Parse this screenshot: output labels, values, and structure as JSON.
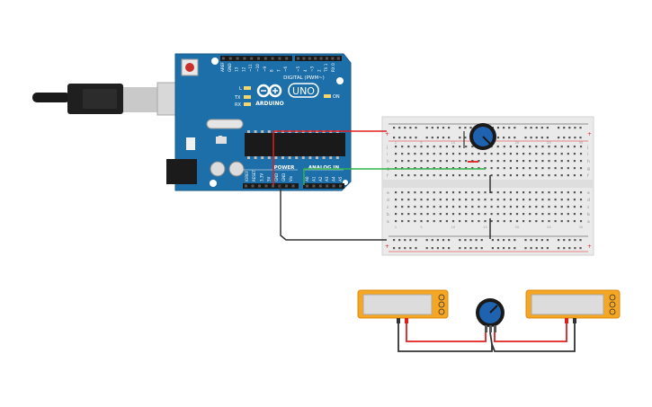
{
  "arduino": {
    "brand": "ARDUINO",
    "model": "UNO",
    "digital_label": "DIGITAL (PWM~)",
    "power_label": "POWER",
    "analog_label": "ANALOG IN",
    "led_l": "L",
    "led_tx": "TX",
    "led_rx": "RX",
    "led_on": "ON",
    "digital_pins": [
      "AREF",
      "GND",
      "13",
      "12",
      "~11",
      "~10",
      "~9",
      "8",
      "7",
      "~6",
      "~5",
      "4",
      "~3",
      "2",
      "TX 1",
      "RX 0"
    ],
    "power_pins": [
      "IOREF",
      "RESET",
      "3.3V",
      "5V",
      "GND",
      "GND",
      "Vin"
    ],
    "analog_pins": [
      "A0",
      "A1",
      "A2",
      "A3",
      "A4",
      "A5"
    ]
  },
  "breadboard": {
    "rows_top": [
      "j",
      "i",
      "h",
      "g",
      "f"
    ],
    "rows_bottom": [
      "e",
      "d",
      "c",
      "b",
      "a"
    ],
    "columns": [
      "1",
      "5",
      "10",
      "15",
      "20",
      "25",
      "30"
    ],
    "plus_sign": "+",
    "minus_sign": "-"
  },
  "colors": {
    "arduino_blue": "#1c6fa8",
    "wire_red": "#e01e1e",
    "wire_green": "#2fb34a",
    "wire_black": "#333333",
    "multimeter_body": "#f5a623",
    "breadboard_bg": "#eaeaea"
  },
  "icons": {
    "usb": "usb-cable-icon",
    "potentiometer": "potentiometer-icon",
    "multimeter": "multimeter-icon"
  }
}
